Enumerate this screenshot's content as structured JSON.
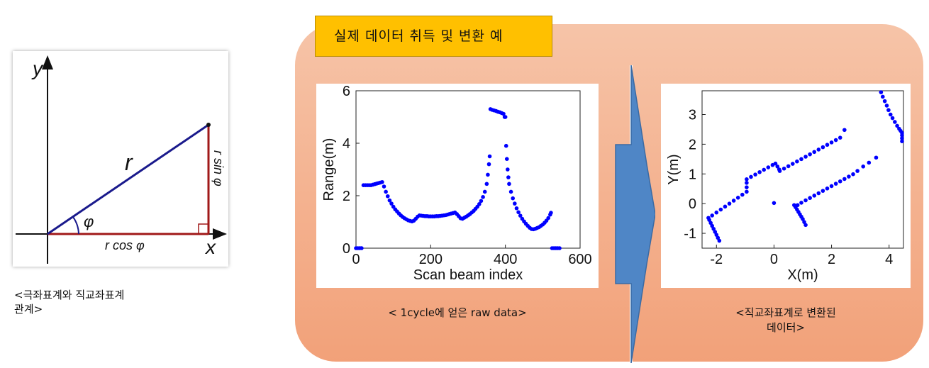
{
  "polar_figure": {
    "labels": {
      "y": "y",
      "x": "x",
      "r": "r",
      "phi": "φ",
      "rcos": "r cos φ",
      "rsin": "r sin φ"
    },
    "caption": "<극좌표계와 직교좌표계\n관계>"
  },
  "panel": {
    "title": "실제 데이터 취득 및 변환 예",
    "colors": {
      "tag": "#ffc000",
      "panel_top": "#f6c4a8",
      "panel_bottom": "#f2a179",
      "arrow": "#4f86c6",
      "points": "#0000ff"
    }
  },
  "chart_data": [
    {
      "type": "scatter",
      "title": "",
      "xlabel": "Scan beam index",
      "ylabel": "Range(m)",
      "xlim": [
        0,
        600
      ],
      "ylim": [
        0,
        6
      ],
      "xticks": [
        0,
        200,
        400,
        600
      ],
      "yticks": [
        0,
        2,
        4,
        6
      ],
      "points": [
        [
          0,
          0
        ],
        [
          5,
          0
        ],
        [
          10,
          0
        ],
        [
          15,
          0
        ],
        [
          20,
          2.4
        ],
        [
          25,
          2.4
        ],
        [
          30,
          2.4
        ],
        [
          35,
          2.4
        ],
        [
          40,
          2.4
        ],
        [
          45,
          2.42
        ],
        [
          50,
          2.44
        ],
        [
          55,
          2.46
        ],
        [
          60,
          2.48
        ],
        [
          65,
          2.5
        ],
        [
          70,
          2.52
        ],
        [
          75,
          2.35
        ],
        [
          80,
          2.15
        ],
        [
          85,
          1.98
        ],
        [
          90,
          1.82
        ],
        [
          95,
          1.7
        ],
        [
          100,
          1.58
        ],
        [
          105,
          1.48
        ],
        [
          110,
          1.4
        ],
        [
          115,
          1.32
        ],
        [
          120,
          1.25
        ],
        [
          125,
          1.19
        ],
        [
          130,
          1.14
        ],
        [
          135,
          1.1
        ],
        [
          140,
          1.06
        ],
        [
          145,
          1.04
        ],
        [
          150,
          1.02
        ],
        [
          155,
          1.05
        ],
        [
          160,
          1.12
        ],
        [
          165,
          1.2
        ],
        [
          170,
          1.25
        ],
        [
          175,
          1.24
        ],
        [
          180,
          1.23
        ],
        [
          185,
          1.22
        ],
        [
          190,
          1.22
        ],
        [
          195,
          1.21
        ],
        [
          200,
          1.21
        ],
        [
          205,
          1.21
        ],
        [
          210,
          1.21
        ],
        [
          215,
          1.22
        ],
        [
          220,
          1.22
        ],
        [
          225,
          1.23
        ],
        [
          230,
          1.24
        ],
        [
          235,
          1.25
        ],
        [
          240,
          1.26
        ],
        [
          245,
          1.28
        ],
        [
          250,
          1.3
        ],
        [
          255,
          1.32
        ],
        [
          260,
          1.34
        ],
        [
          265,
          1.36
        ],
        [
          270,
          1.3
        ],
        [
          275,
          1.22
        ],
        [
          280,
          1.14
        ],
        [
          285,
          1.12
        ],
        [
          290,
          1.16
        ],
        [
          295,
          1.2
        ],
        [
          300,
          1.25
        ],
        [
          305,
          1.3
        ],
        [
          310,
          1.36
        ],
        [
          315,
          1.42
        ],
        [
          320,
          1.5
        ],
        [
          325,
          1.58
        ],
        [
          330,
          1.68
        ],
        [
          335,
          1.8
        ],
        [
          340,
          1.95
        ],
        [
          345,
          2.15
        ],
        [
          350,
          2.45
        ],
        [
          353,
          2.8
        ],
        [
          356,
          3.2
        ],
        [
          358,
          3.5
        ],
        [
          360,
          5.3
        ],
        [
          365,
          5.27
        ],
        [
          370,
          5.25
        ],
        [
          375,
          5.23
        ],
        [
          380,
          5.2
        ],
        [
          385,
          5.18
        ],
        [
          390,
          5.15
        ],
        [
          395,
          5.12
        ],
        [
          398,
          5.0
        ],
        [
          400,
          5.0
        ],
        [
          402,
          3.9
        ],
        [
          404,
          3.4
        ],
        [
          406,
          3.0
        ],
        [
          408,
          2.7
        ],
        [
          410,
          2.45
        ],
        [
          415,
          2.15
        ],
        [
          420,
          1.9
        ],
        [
          425,
          1.7
        ],
        [
          430,
          1.52
        ],
        [
          435,
          1.37
        ],
        [
          440,
          1.24
        ],
        [
          445,
          1.12
        ],
        [
          450,
          1.02
        ],
        [
          455,
          0.93
        ],
        [
          460,
          0.85
        ],
        [
          465,
          0.78
        ],
        [
          470,
          0.73
        ],
        [
          475,
          0.72
        ],
        [
          480,
          0.74
        ],
        [
          485,
          0.77
        ],
        [
          490,
          0.8
        ],
        [
          495,
          0.85
        ],
        [
          500,
          0.9
        ],
        [
          505,
          0.97
        ],
        [
          510,
          1.05
        ],
        [
          515,
          1.15
        ],
        [
          520,
          1.28
        ],
        [
          522,
          1.35
        ],
        [
          525,
          0
        ],
        [
          530,
          0
        ],
        [
          535,
          0
        ],
        [
          540,
          0
        ],
        [
          545,
          0
        ]
      ]
    },
    {
      "type": "scatter",
      "title": "",
      "xlabel": "X(m)",
      "ylabel": "Y(m)",
      "xlim": [
        -2.5,
        4.5
      ],
      "ylim": [
        -1.5,
        3.8
      ],
      "xticks": [
        -2,
        0,
        2,
        4
      ],
      "yticks": [
        -1,
        0,
        1,
        2,
        3
      ],
      "points": [
        [
          -1.9,
          -1.25
        ],
        [
          -1.95,
          -1.15
        ],
        [
          -2.0,
          -1.05
        ],
        [
          -2.05,
          -0.95
        ],
        [
          -2.1,
          -0.85
        ],
        [
          -2.15,
          -0.75
        ],
        [
          -2.2,
          -0.65
        ],
        [
          -2.25,
          -0.55
        ],
        [
          -2.28,
          -0.48
        ],
        [
          -2.15,
          -0.4
        ],
        [
          -2.0,
          -0.3
        ],
        [
          -1.85,
          -0.2
        ],
        [
          -1.7,
          -0.1
        ],
        [
          -1.55,
          0.0
        ],
        [
          -1.4,
          0.1
        ],
        [
          -1.25,
          0.2
        ],
        [
          -1.1,
          0.3
        ],
        [
          -0.95,
          0.4
        ],
        [
          -0.95,
          0.55
        ],
        [
          -0.95,
          0.7
        ],
        [
          -0.95,
          0.82
        ],
        [
          -0.8,
          0.9
        ],
        [
          -0.65,
          0.98
        ],
        [
          -0.5,
          1.06
        ],
        [
          -0.35,
          1.14
        ],
        [
          -0.2,
          1.22
        ],
        [
          -0.05,
          1.3
        ],
        [
          0.05,
          1.35
        ],
        [
          0.12,
          1.25
        ],
        [
          0.18,
          1.15
        ],
        [
          0.2,
          1.1
        ],
        [
          0.35,
          1.18
        ],
        [
          0.5,
          1.26
        ],
        [
          0.65,
          1.34
        ],
        [
          0.8,
          1.42
        ],
        [
          0.95,
          1.5
        ],
        [
          1.1,
          1.58
        ],
        [
          1.25,
          1.66
        ],
        [
          1.4,
          1.74
        ],
        [
          1.55,
          1.82
        ],
        [
          1.7,
          1.9
        ],
        [
          1.85,
          1.98
        ],
        [
          2.0,
          2.06
        ],
        [
          2.15,
          2.14
        ],
        [
          2.3,
          2.22
        ],
        [
          2.45,
          2.48
        ],
        [
          0.0,
          0.02
        ],
        [
          0.7,
          -0.05
        ],
        [
          0.75,
          -0.12
        ],
        [
          0.8,
          -0.2
        ],
        [
          0.85,
          -0.28
        ],
        [
          0.9,
          -0.36
        ],
        [
          0.95,
          -0.44
        ],
        [
          1.0,
          -0.52
        ],
        [
          1.05,
          -0.62
        ],
        [
          1.1,
          -0.72
        ],
        [
          0.82,
          -0.05
        ],
        [
          0.95,
          0.03
        ],
        [
          1.1,
          0.11
        ],
        [
          1.25,
          0.19
        ],
        [
          1.4,
          0.27
        ],
        [
          1.55,
          0.35
        ],
        [
          1.7,
          0.43
        ],
        [
          1.85,
          0.51
        ],
        [
          2.0,
          0.59
        ],
        [
          2.15,
          0.67
        ],
        [
          2.3,
          0.75
        ],
        [
          2.45,
          0.83
        ],
        [
          2.6,
          0.91
        ],
        [
          2.75,
          0.99
        ],
        [
          2.9,
          1.1
        ],
        [
          3.1,
          1.25
        ],
        [
          3.3,
          1.38
        ],
        [
          3.55,
          1.55
        ],
        [
          3.72,
          3.75
        ],
        [
          3.78,
          3.6
        ],
        [
          3.85,
          3.45
        ],
        [
          3.92,
          3.3
        ],
        [
          3.98,
          3.15
        ],
        [
          4.05,
          3.0
        ],
        [
          4.12,
          2.88
        ],
        [
          4.2,
          2.75
        ],
        [
          4.28,
          2.62
        ],
        [
          4.35,
          2.52
        ],
        [
          4.4,
          2.45
        ],
        [
          4.45,
          2.38
        ],
        [
          4.45,
          2.3
        ],
        [
          4.45,
          2.2
        ],
        [
          4.45,
          2.1
        ]
      ]
    }
  ],
  "captions": {
    "raw": "< 1cycle에 얻은 raw data>",
    "xy": "<직교좌표계로 변환된\n데이터>"
  }
}
